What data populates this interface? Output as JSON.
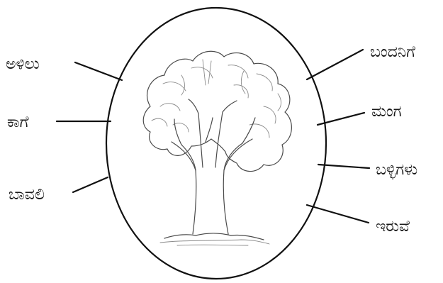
{
  "labels": {
    "left_top": "ಅಳಿಲು",
    "left_middle": "ಕಾಗೆ",
    "left_bottom": "ಬಾವಲಿ",
    "right_1": "ಬಂದನಿಗೆ",
    "right_2": "ಮಂಗ",
    "right_3": "ಬಳ್ಳಿಗಳು",
    "right_4": "ಇರುವೆ"
  },
  "colors": {
    "line": "#111111",
    "text": "#1a1a1a",
    "sketch": "#4a4a4a",
    "background": "#ffffff"
  }
}
